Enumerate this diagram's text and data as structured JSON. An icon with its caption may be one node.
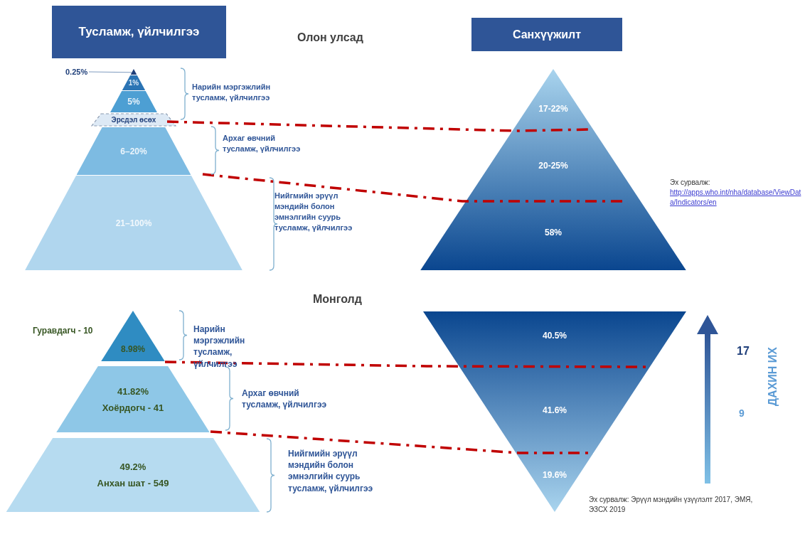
{
  "diagram": {
    "nodes": [
      {
        "text": [
          "Тусламж, үйлчилгээ"
        ]
      },
      {
        "text": [
          "Санхүүжилт"
        ]
      },
      {
        "text": [],
        "shape": "triangle"
      },
      {
        "text": [
          "0.25%"
        ]
      },
      {
        "text": [
          "1%"
        ]
      },
      {
        "text": [
          "5%"
        ]
      },
      {
        "text": [
          "Эрсдэл өсөх"
        ]
      },
      {
        "text": [
          "6–20%"
        ]
      },
      {
        "text": [
          "21–100%"
        ]
      },
      {
        "text": [
          "17-22%"
        ]
      },
      {
        "text": [
          "20-25%"
        ]
      },
      {
        "text": [
          "58%"
        ]
      },
      {
        "text": [
          "8.98%"
        ],
        "beside": [
          "Гуравдагч - 10"
        ]
      },
      {
        "text": [
          "41.82%",
          "Хоёрдогч - 41"
        ]
      },
      {
        "text": [
          "49.2%",
          "Анхан шат - 549"
        ]
      },
      {
        "text": [
          "40.5%"
        ]
      },
      {
        "text": [
          "41.6%"
        ]
      },
      {
        "text": [
          "19.6%"
        ]
      }
    ],
    "edges": [
      {
        "from": 3,
        "to": 2,
        "arrow": "none"
      }
    ],
    "labels": [
      "Олон улсад",
      "Нарийн мэргэжлийн тусламж, үйлчилгээ",
      "Архаг өвчний тусламж, үйлчилгээ",
      "Нийгмийн эрүүл мэндийн болон эмнэлгийн суурь тусламж, үйлчилгээ",
      "Эх сурвалж:",
      "http://apps.who.int/nha/database/ViewData/Indicators/en",
      "Монголд",
      "Нарийн мэргэжлийн тусламж, үйлчилгээ",
      "Архаг өвчний тусламж, үйлчилгээ",
      "Нийгмийн эрүүл мэндийн болон эмнэлгийн суурь тусламж, үйлчилгээ",
      "17",
      "9",
      "ДАХИН ИХ",
      "Эх сурвалж: Эрүүл мэндийн үзүүлэлт 2017, ЭМЯ, ЭЗСХ 2019"
    ]
  }
}
